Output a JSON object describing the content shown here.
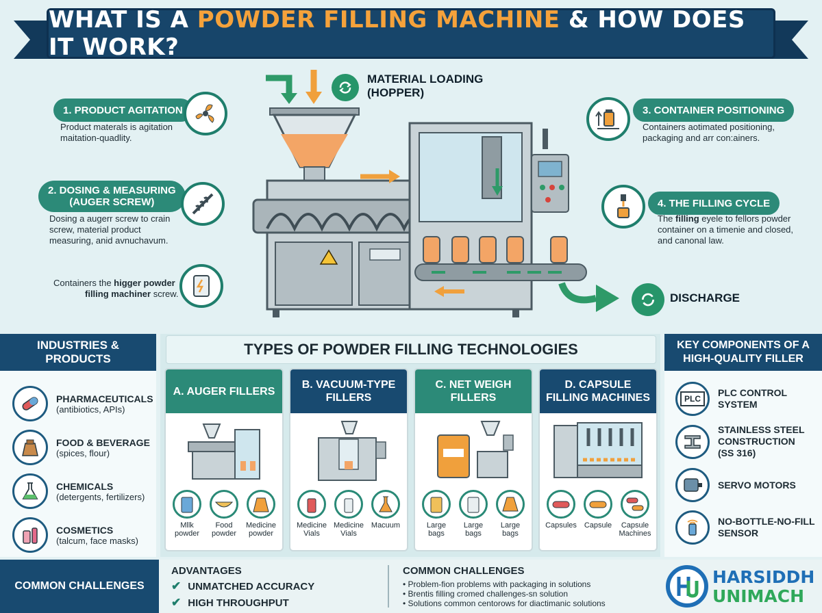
{
  "title": {
    "pre": "WHAT IS A ",
    "highlight": "POWDER FILLING MACHINE",
    "post": " & HOW DOES IT WORK?"
  },
  "steps": {
    "loading": {
      "line1": "MATERIAL LOADING",
      "line2": "(HOPPER)"
    },
    "agitation": {
      "label": "1. PRODUCT AGITATION",
      "desc1": "Product materals is agitation",
      "desc2": "maitation-quadlity."
    },
    "dosing": {
      "label1": "2. DOSING & MEASURING",
      "label2": "(AUGER SCREW)",
      "desc1": "Dosing a augerr screw to crain",
      "desc2": "screw, material product",
      "desc3": "measuring, anid avnuchavum."
    },
    "note": {
      "pre1": "Containers the ",
      "bold1": "higger powder",
      "bold2": "filling machiner",
      "post2": " screw."
    },
    "positioning": {
      "label": "3. CONTAINER POSITIONING",
      "desc1": "Containers aotimated positioning,",
      "desc2": "packaging and arr con:ainers."
    },
    "filling": {
      "label": "4. THE FILLING CYCLE",
      "desc_pre": "The ",
      "desc_bold": "filling",
      "desc1_post": " eyele to fellors powder",
      "desc2": "container on a timenie and closed,",
      "desc3": "and canonal law."
    },
    "discharge": {
      "label": "DISCHARGE"
    }
  },
  "industries": {
    "title1": "INDUSTRIES &",
    "title2": "PRODUCTS",
    "items": [
      {
        "name": "PHARMACEUTICALS",
        "sub": "(antibiotics, APIs)",
        "icon": "pill-icon"
      },
      {
        "name": "FOOD & BEVERAGE",
        "sub": "(spices, flour)",
        "icon": "sack-icon"
      },
      {
        "name": "CHEMICALS",
        "sub": "(detergents, fertilizers)",
        "icon": "flask-icon"
      },
      {
        "name": "COSMETICS",
        "sub": "(talcum, face masks)",
        "icon": "cosmetics-icon"
      }
    ]
  },
  "technologies": {
    "title": "TYPES OF POWDER FILLING TECHNOLOGIES",
    "cards": [
      {
        "title": "A. AUGER FILLERS",
        "color": "#2c8a78",
        "examples": [
          "Mllk powder",
          "Food powder",
          "Medicine powder"
        ]
      },
      {
        "title": "B. VACUUM-TYPE FILLERS",
        "color": "#184a70",
        "examples": [
          "Medicine Vials",
          "Medicine Vials",
          "Macuum"
        ]
      },
      {
        "title": "C. NET WEIGH FILLERS",
        "color": "#2c8a78",
        "examples": [
          "Large bags",
          "Large bags",
          "Large bags"
        ]
      },
      {
        "title": "D. CAPSULE FILLING MACHINES",
        "color": "#184a70",
        "examples": [
          "Capsules",
          "Capsule",
          "Capsule Machines"
        ]
      }
    ]
  },
  "components": {
    "title1": "KEY COMPONENTS OF A",
    "title2": "HIGH-QUALITY FILLER",
    "items": [
      {
        "line1": "PLC CONTROL",
        "line2": "SYSTEM",
        "line3": "",
        "icon": "plc-icon",
        "icon_text": "PLC"
      },
      {
        "line1": "STAINLESS STEEL",
        "line2": "CONSTRUCTION",
        "line3": "(SS 316)",
        "icon": "steel-beam-icon"
      },
      {
        "line1": "SERVO MOTORS",
        "line2": "",
        "line3": "",
        "icon": "motor-icon"
      },
      {
        "line1": "NO-BOTTLE-NO-FILL",
        "line2": "SENSOR",
        "line3": "",
        "icon": "sensor-icon"
      }
    ]
  },
  "footer": {
    "left": "COMMON CHALLENGES",
    "adv_title": "ADVANTAGES",
    "advantages": [
      "UNMATCHED ACCURACY",
      "HIGH THROUGHPUT"
    ],
    "chal_title": "COMMON CHALLENGES",
    "challenges": [
      "Problem-fion problems with packaging in solutions",
      "Brentis filling cromed challenges-sn solution",
      "Solutions common centorows for diactimanic solutions"
    ],
    "brand1": "HARSIDDH",
    "brand2": "UNIMACH"
  }
}
